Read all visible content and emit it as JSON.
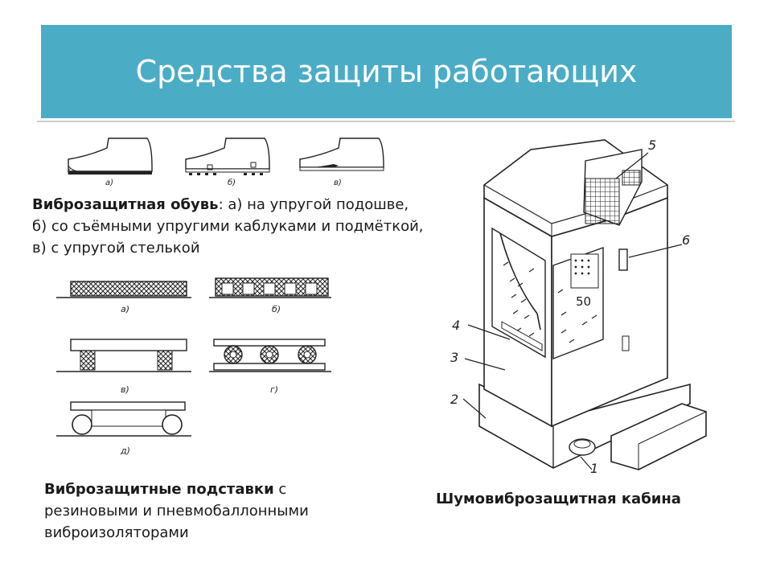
{
  "slide": {
    "title": "Средства защиты работающих"
  },
  "shoes": {
    "caption_bold": "Виброзащитная обувь",
    "caption_rest": ": а) на упругой подошве, б) со съёмными упругими каблуками и подмёткой, в) с упругой стелькой",
    "labels": [
      "а)",
      "б)",
      "в)"
    ]
  },
  "stands": {
    "caption_bold": "Виброзащитные подставки",
    "caption_rest": " с резиновыми и пневмобаллонными виброизоляторами",
    "labels": [
      "а)",
      "б)",
      "в)",
      "г)",
      "д)"
    ]
  },
  "cabin": {
    "caption": "Шумовиброзащитная кабина",
    "callouts": [
      "1",
      "2",
      "3",
      "4",
      "5",
      "6"
    ],
    "panel_value": "50"
  }
}
